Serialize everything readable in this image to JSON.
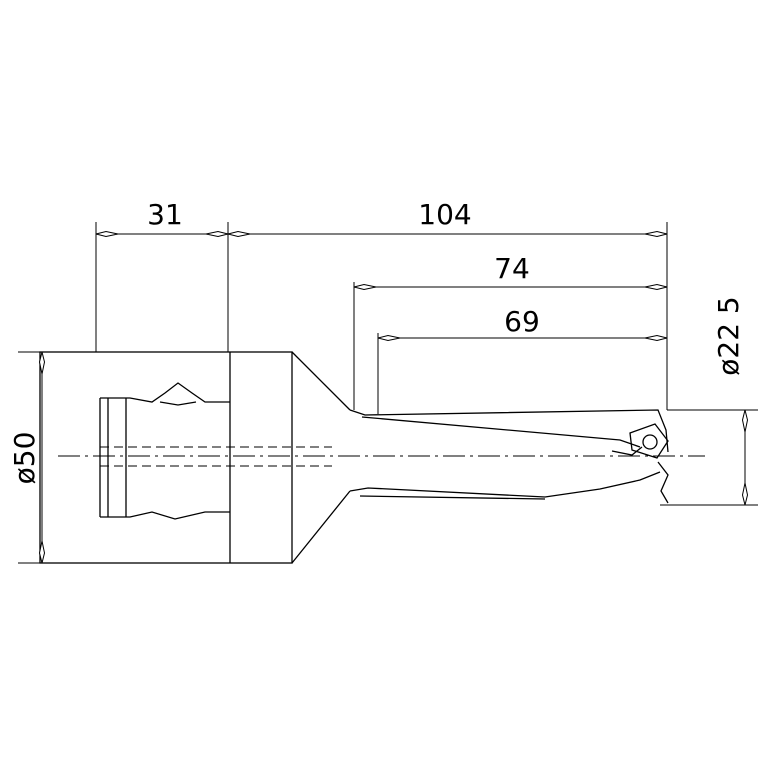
{
  "dimensions": {
    "shank_length": "31",
    "overall_length": "104",
    "flute_length": "74",
    "cutting_length": "69",
    "shank_diameter": "ø50",
    "drill_diameter": "ø22 5"
  }
}
